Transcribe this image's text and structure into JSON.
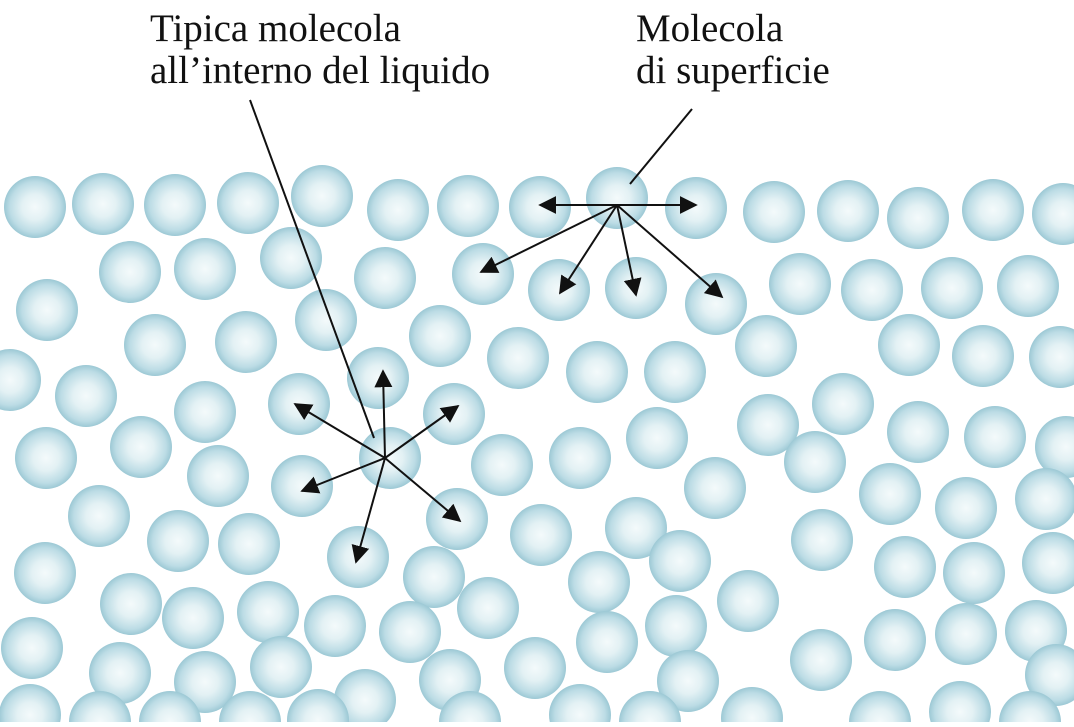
{
  "labels": {
    "interior": [
      "Tipica molecola",
      "all’interno del liquido"
    ],
    "surface": [
      "Molecola",
      "di superficie"
    ]
  },
  "colors": {
    "molecule_core": "#f4fafb",
    "molecule_mid": "#c9e3ea",
    "molecule_edge": "#8ebfcc",
    "line": "#111111",
    "background": "#ffffff"
  }
}
